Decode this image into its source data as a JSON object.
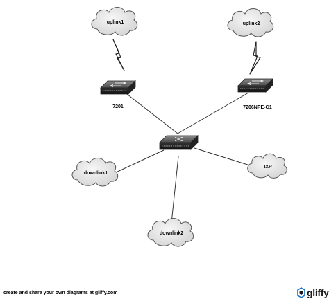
{
  "nodes": {
    "uplink1": "uplink1",
    "uplink2": "uplink2",
    "router_7201": "7201",
    "router_7206": "7206NPE-G1",
    "downlink1": "downlink1",
    "downlink2": "downlink2",
    "ixp": "IXP"
  },
  "footer": {
    "tagline": "create and share your own diagrams at gliffy.com",
    "brand": "gliffy"
  },
  "colors": {
    "cloud_fill": "#e3e3e3",
    "cloud_stroke": "#555555",
    "device_body": "#3a3a3a",
    "line": "#333333",
    "brand_blue": "#1a73c8"
  }
}
